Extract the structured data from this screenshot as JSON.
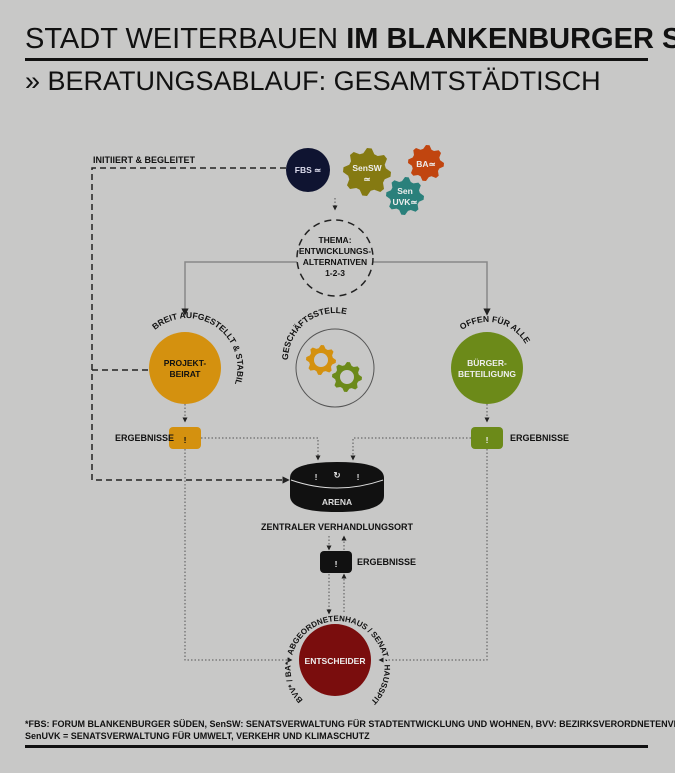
{
  "header": {
    "title_light": "STADT WEITERBAUEN ",
    "title_bold": "IM BLANKENBURGER SÜDEN",
    "subtitle": "» BERATUNGSABLAUF: GESAMTSTÄDTISCH"
  },
  "initiators": {
    "label": "INITIIERT & BEGLEITET",
    "fbs": "FBS ≃",
    "sensw_1": "SenSW",
    "sensw_2": "≃",
    "ba": "BA≃",
    "senuvk_1": "Sen",
    "senuvk_2": "UVK≃"
  },
  "thema": [
    "THEMA:",
    "ENTWICKLUNGS-",
    "ALTERNATIVEN",
    "1-2-3"
  ],
  "projektbeirat": {
    "line1": "PROJEKT-",
    "line2": "BEIRAT",
    "arc": "BREIT AUFGESTELLT & STABIL"
  },
  "geschaeftsstelle": {
    "arc": "GESCHÄFTSSTELLE"
  },
  "buergerbeteiligung": {
    "line1": "BÜRGER-",
    "line2": "BETEILIGUNG",
    "arc": "OFFEN FÜR ALLE"
  },
  "results": {
    "left": "ERGEBNISSE",
    "right": "ERGEBNISSE",
    "center": "ERGEBNISSE",
    "mark": "!"
  },
  "arena": {
    "title": "ARENA",
    "subtitle": "ZENTRALER VERHANDLUNGSORT"
  },
  "entscheider": {
    "label": "ENTSCHEIDER",
    "arc": "BVV* / BA* · ABGEORDNETENHAUS / SENAT · HAUSSPITZEN"
  },
  "footnote": {
    "line1": "*FBS: FORUM BLANKENBURGER SÜDEN, SenSW: SENATSVERWALTUNG FÜR STADTENTWICKLUNG UND WOHNEN, BVV: BEZIRKSVERORDNETENVERSAMMLUNG",
    "line2": "SenUVK = SENATSVERWALTUNG FÜR UMWELT, VERKEHR UND KLIMASCHUTZ"
  },
  "colors": {
    "fbs": "#0f1431",
    "sensw": "#857a12",
    "ba": "#c1450f",
    "senuvk": "#2a807b",
    "projektbeirat": "#d4910f",
    "buerger": "#6c8a19",
    "entscheider": "#7a0d0d",
    "arena": "#111111"
  }
}
